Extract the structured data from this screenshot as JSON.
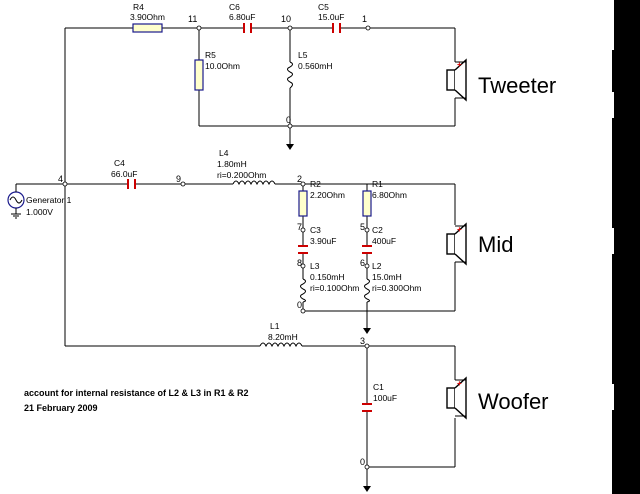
{
  "components": {
    "r4": {
      "name": "R4",
      "value": "3.90Ohm"
    },
    "c6": {
      "name": "C6",
      "value": "6.80uF"
    },
    "c5": {
      "name": "C5",
      "value": "15.0uF"
    },
    "r5": {
      "name": "R5",
      "value": "10.0Ohm"
    },
    "l5": {
      "name": "L5",
      "value": "0.560mH"
    },
    "c4": {
      "name": "C4",
      "value": "66.0uF"
    },
    "l4": {
      "name": "L4",
      "value": "1.80mH",
      "ri": "ri=0.200Ohm"
    },
    "r2": {
      "name": "R2",
      "value": "2.20Ohm"
    },
    "r1": {
      "name": "R1",
      "value": "6.80Ohm"
    },
    "c3": {
      "name": "C3",
      "value": "3.90uF"
    },
    "c2": {
      "name": "C2",
      "value": "400uF"
    },
    "l3": {
      "name": "L3",
      "value": "0.150mH",
      "ri": "ri=0.100Ohm"
    },
    "l2": {
      "name": "L2",
      "value": "15.0mH",
      "ri": "ri=0.300Ohm"
    },
    "l1": {
      "name": "L1",
      "value": "8.20mH"
    },
    "c1": {
      "name": "C1",
      "value": "100uF"
    },
    "generator": {
      "name": "Generator 1",
      "value": "1.000V"
    }
  },
  "nodes": {
    "n11": "11",
    "n10": "10",
    "n1": "1",
    "n0_tweeter": "0",
    "n4": "4",
    "n9": "9",
    "n2": "2",
    "n7": "7",
    "n8": "8",
    "n0_mid": "0",
    "n5": "5",
    "n6": "6",
    "n3": "3",
    "n0_woofer": "0"
  },
  "speakers": {
    "tweeter": "Tweeter",
    "mid": "Mid",
    "woofer": "Woofer",
    "plus": "+"
  },
  "notes": {
    "line1": "account for internal resistance of L2 & L3 in R1 & R2",
    "line2": "21 February 2009"
  },
  "colors": {
    "capacitor": "#cc0000",
    "resistor_fill": "#ffffcc",
    "resistor_stroke": "#1a1a8c",
    "speaker_plus": "#e00000",
    "right_border": "#000000"
  }
}
